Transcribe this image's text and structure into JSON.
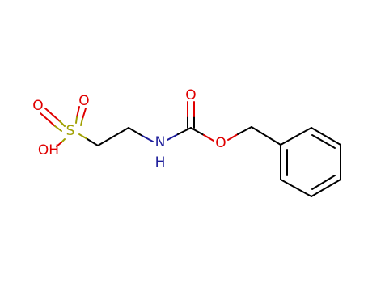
{
  "molecule": {
    "atom_labels": {
      "sulfonyl_oxygen_1": "O",
      "sulfonyl_oxygen_2": "O",
      "sulfur": "S",
      "hydroxyl": "OH",
      "amine_nitrogen": "N",
      "amine_hydrogen": "H",
      "carbonyl_oxygen": "O",
      "ester_oxygen": "O"
    },
    "colors": {
      "oxygen": "#e00000",
      "nitrogen": "#1c1c9a",
      "sulfur": "#a0a000",
      "carbon_bond": "#000000"
    }
  }
}
